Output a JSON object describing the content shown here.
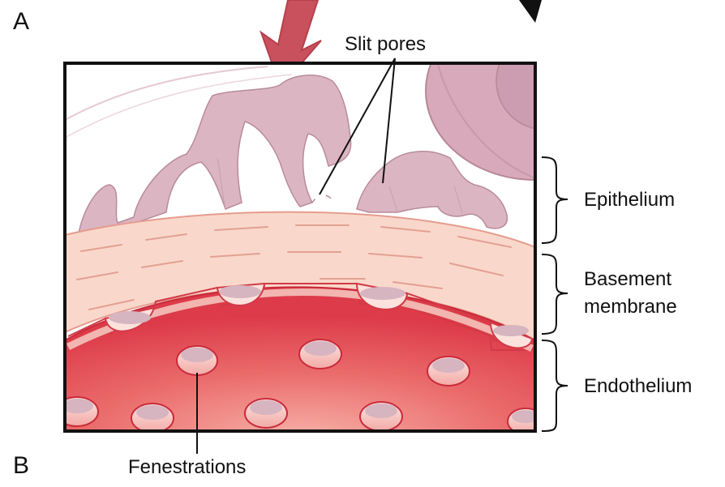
{
  "corner_labels": {
    "top": "A",
    "bottom": "B"
  },
  "labels": {
    "slit_pores": "Slit pores",
    "epithelium": "Epithelium",
    "basement_membrane_line1": "Basement",
    "basement_membrane_line2": "membrane",
    "endothelium": "Endothelium",
    "fenestrations": "Fenestrations"
  },
  "colors": {
    "arrow": "#c9505d",
    "podocyte_fill": "#d9b3be",
    "podocyte_stroke": "#b88896",
    "membrane_fill": "#f9d8cb",
    "membrane_line": "#e3a092",
    "endothelium_fill": "#e2464f",
    "endothelium_light": "#f6a7a2",
    "fenestra_inner": "#d6b4c0",
    "cell_body": "#d7a9bb"
  }
}
